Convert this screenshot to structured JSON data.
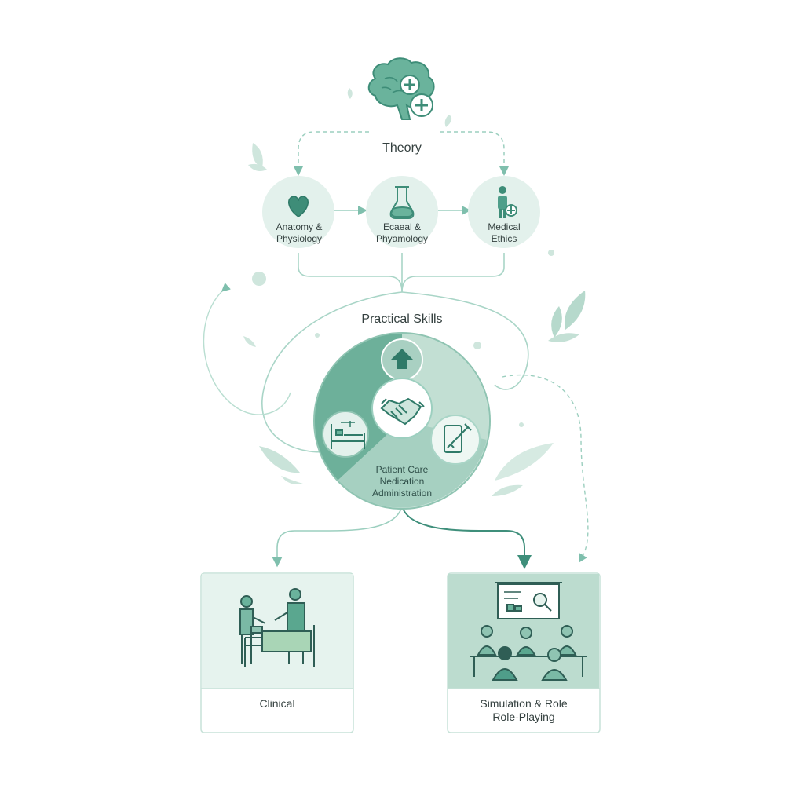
{
  "theory": {
    "title": "Theory",
    "nodes": [
      {
        "line1": "Anatomy &",
        "line2": "Physiology",
        "icon": "heart-icon"
      },
      {
        "line1": "Ecaeal &",
        "line2": "Phyamology",
        "icon": "flask-icon"
      },
      {
        "line1": "Medical",
        "line2": "Ethics",
        "icon": "doctor-icon"
      }
    ]
  },
  "practical": {
    "title": "Practical Skills",
    "lines": [
      "Patient Care",
      "Nedication",
      "Administration"
    ],
    "icons": [
      "handshake-icon",
      "upload-arrow-icon",
      "hospital-bed-icon",
      "syringe-icon"
    ]
  },
  "cards": [
    {
      "label": "Clinical",
      "icon": "clinical-care-icon"
    },
    {
      "line1": "Simulation & Role",
      "line2": "Role-Playing",
      "icon": "classroom-simulation-icon"
    }
  ],
  "colors": {
    "accent": "#4f9e8a",
    "light": "#e6f2ee",
    "mid": "#b8d9cc",
    "dark": "#2f7a68"
  }
}
